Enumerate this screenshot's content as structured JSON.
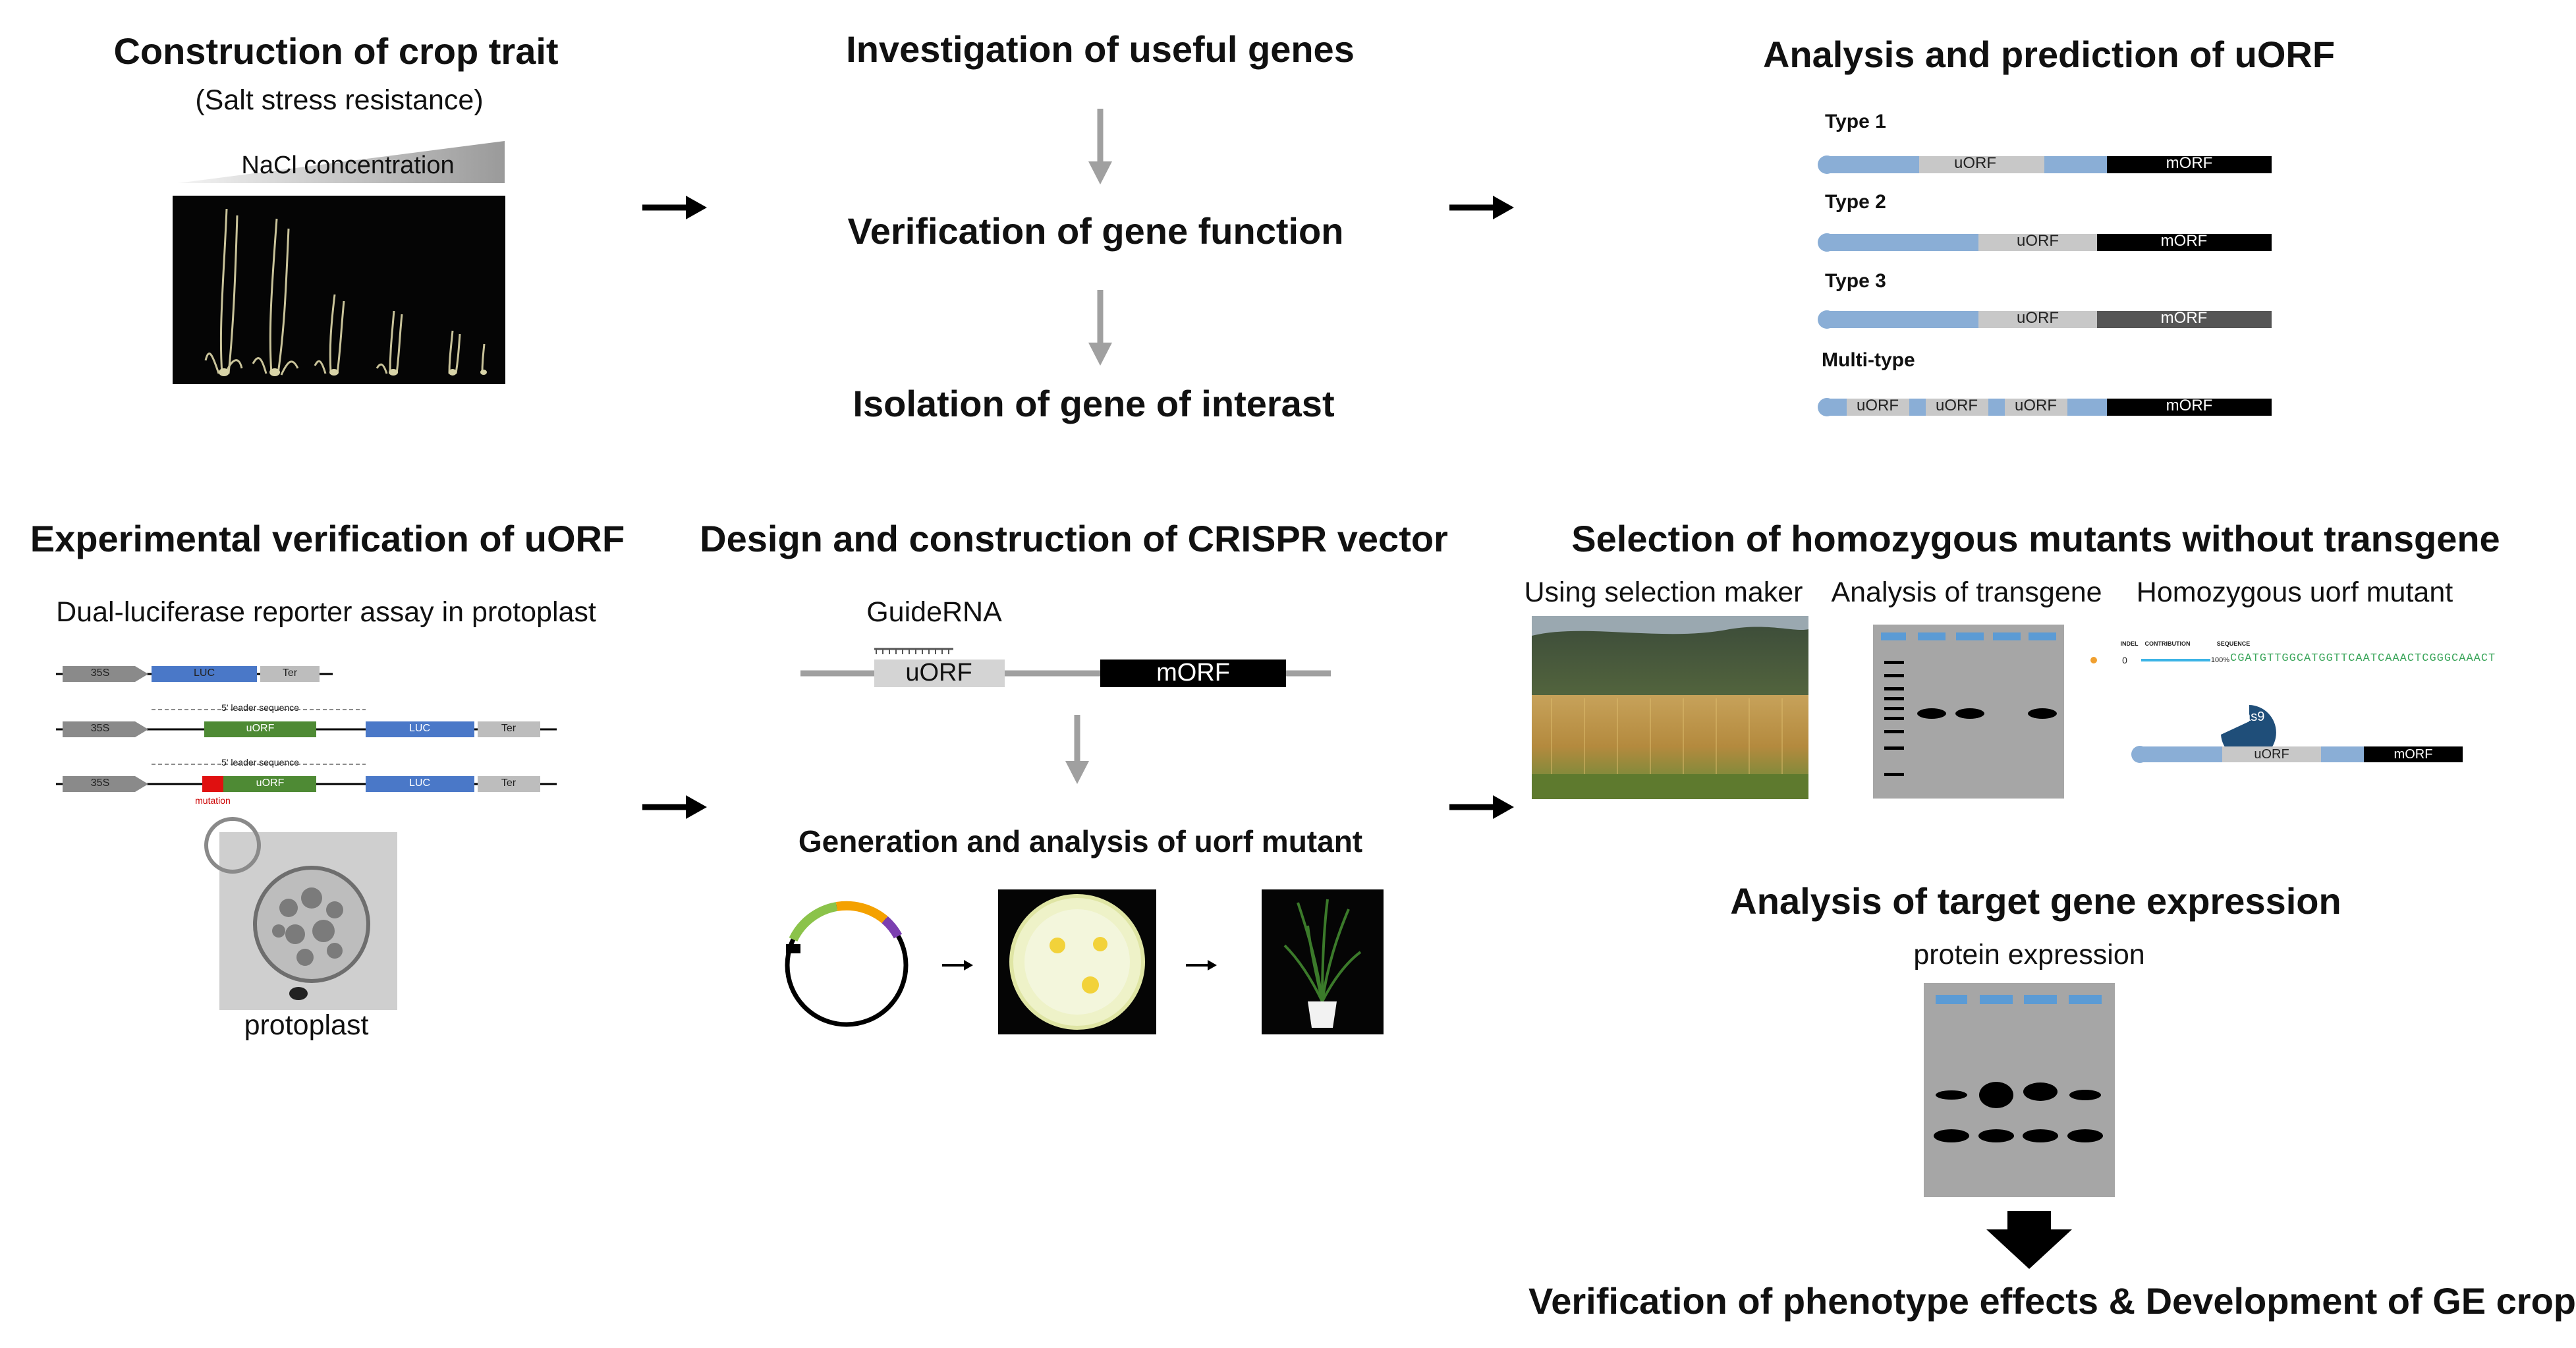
{
  "top": {
    "crop_trait": {
      "title": "Construction of crop trait",
      "subtitle": "(Salt stress resistance)",
      "gradient_label": "NaCl concentration"
    },
    "genes": {
      "step1": "Investigation of useful genes",
      "step2": "Verification of gene function",
      "step3": "Isolation of gene of interast"
    },
    "uorf_analysis": {
      "title": "Analysis and prediction of uORF",
      "types": [
        {
          "label": "Type 1",
          "segments": [
            "uORF",
            "mORF"
          ]
        },
        {
          "label": "Type 2",
          "segments": [
            "uORF",
            "mORF"
          ]
        },
        {
          "label": "Type 3",
          "segments": [
            "uORF",
            "mORF"
          ]
        },
        {
          "label": "Multi-type",
          "segments": [
            "uORF",
            "uORF",
            "uORF",
            "mORF"
          ]
        }
      ]
    }
  },
  "bottom": {
    "experimental": {
      "title": "Experimental verification of uORF",
      "subtitle": "Dual-luciferase reporter assay in protoplast",
      "constructs": {
        "promoter": "35S",
        "reporter": "LUC",
        "terminator": "Ter",
        "leader": "5' leader sequence",
        "uorf": "uORF",
        "mutation": "mutation"
      },
      "image_caption": "protoplast"
    },
    "crispr": {
      "title": "Design and construction of CRISPR vector",
      "guide_label": "GuideRNA",
      "uorf_label": "uORF",
      "morf_label": "mORF",
      "generation_title": "Generation and analysis of uorf mutant"
    },
    "selection": {
      "title": "Selection of homozygous mutants without transgene",
      "panel1": "Using selection maker",
      "panel2": "Analysis of transgene",
      "panel3": "Homozygous uorf mutant",
      "seq_headers": [
        "INDEL",
        "CONTRIBUTION",
        "SEQUENCE"
      ],
      "seq_indel": "0",
      "seq_contribution": "100%",
      "seq_text": "CGATGTTGGCATGGTTCAATCAAACTCGGGCAAACT",
      "cas9_label": "Cas9",
      "uorf_label": "uORF",
      "morf_label": "mORF"
    },
    "expression": {
      "title": "Analysis of target gene expression",
      "subtitle": "protein expression"
    },
    "final": "Verification of phenotype effects & Development of GE crop"
  },
  "colors": {
    "utr_blue": "#8aaed6",
    "uorf_gray": "#c8c8c8",
    "morf_black": "#000000",
    "luc_blue": "#4a78c8",
    "uorf_green": "#4e8a34",
    "mutation_red": "#e01010",
    "gel_gray": "#a6a6a6",
    "well_blue": "#5b9bd5"
  }
}
